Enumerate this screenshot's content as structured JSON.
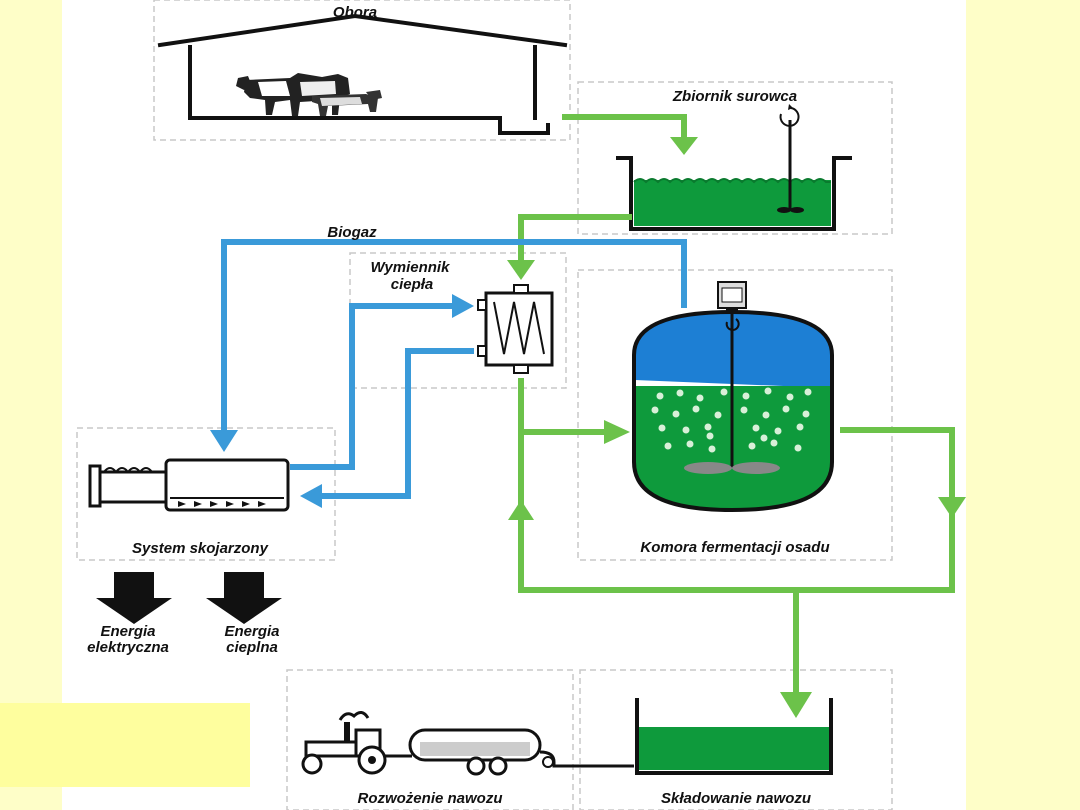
{
  "labels": {
    "obora": "Obora",
    "zbiornik": "Zbiornik surowca",
    "biogaz": "Biogaz",
    "wymiennik_1": "Wymiennik",
    "wymiennik_2": "ciepła",
    "komora": "Komora fermentacji osadu",
    "system": "System skojarzony",
    "energia_el_1": "Energia",
    "energia_el_2": "elektryczna",
    "energia_c_1": "Energia",
    "energia_c_2": "cieplna",
    "rozwozenie": "Rozwożenie nawozu",
    "skladowanie": "Składowanie nawozu"
  },
  "colors": {
    "background": "#fefec8",
    "panel": "#ffffff",
    "corner_box": "#fefe9e",
    "slurry_flow": "#6cc24a",
    "gas_heat_flow": "#3a9ad9",
    "liquid": "#0e9a3c",
    "gas_dome": "#1d7fd4"
  },
  "icons": [
    "barn-icon",
    "cows-icon",
    "mixer-icon",
    "heat-exchanger-icon",
    "digester-icon",
    "chp-engine-icon",
    "energy-arrow-icon",
    "tractor-icon",
    "tanker-icon",
    "storage-tank-icon"
  ]
}
